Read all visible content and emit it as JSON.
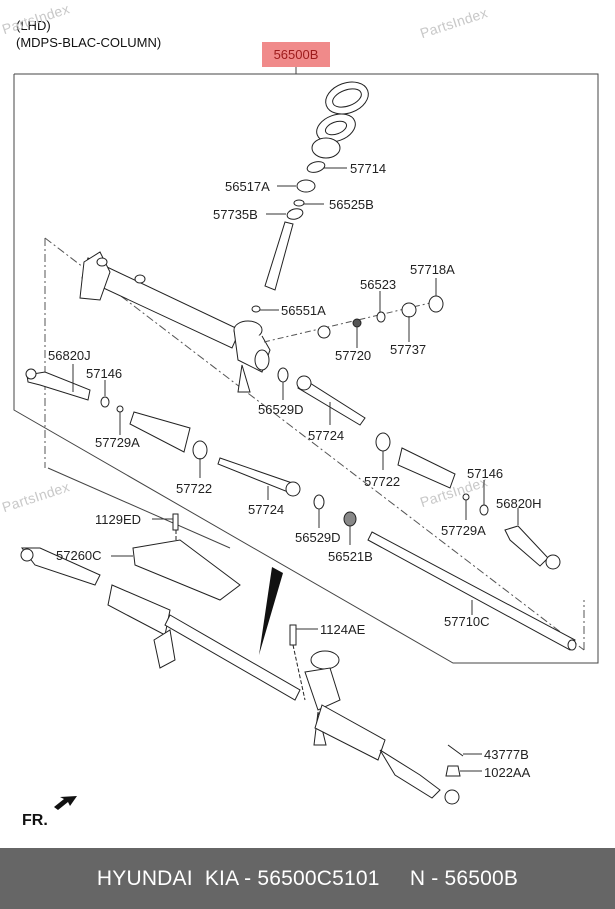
{
  "header": {
    "line1": "(LHD)",
    "line2": "(MDPS-BLAC-COLUMN)"
  },
  "watermark": "PartsIndex",
  "assembly_callout": {
    "label": "56500B",
    "highlight_color": "#f08a8a"
  },
  "parts": [
    {
      "id": "57714",
      "label": "57714"
    },
    {
      "id": "56517A",
      "label": "56517A"
    },
    {
      "id": "56525B",
      "label": "56525B"
    },
    {
      "id": "57735B",
      "label": "57735B"
    },
    {
      "id": "56551A",
      "label": "56551A"
    },
    {
      "id": "56523",
      "label": "56523"
    },
    {
      "id": "57718A",
      "label": "57718A"
    },
    {
      "id": "57720",
      "label": "57720"
    },
    {
      "id": "57737",
      "label": "57737"
    },
    {
      "id": "56820J",
      "label": "56820J"
    },
    {
      "id": "57146-left",
      "label": "57146"
    },
    {
      "id": "57729A-left",
      "label": "57729A"
    },
    {
      "id": "56529D-upper",
      "label": "56529D"
    },
    {
      "id": "57724-upper",
      "label": "57724"
    },
    {
      "id": "57722-left",
      "label": "57722"
    },
    {
      "id": "57722-right",
      "label": "57722"
    },
    {
      "id": "57146-right",
      "label": "57146"
    },
    {
      "id": "56820H",
      "label": "56820H"
    },
    {
      "id": "57729A-right",
      "label": "57729A"
    },
    {
      "id": "57724-lower",
      "label": "57724"
    },
    {
      "id": "56529D-lower",
      "label": "56529D"
    },
    {
      "id": "56521B",
      "label": "56521B"
    },
    {
      "id": "1129ED",
      "label": "1129ED"
    },
    {
      "id": "57260C",
      "label": "57260C"
    },
    {
      "id": "57710C",
      "label": "57710C"
    },
    {
      "id": "1124AE",
      "label": "1124AE"
    },
    {
      "id": "43777B",
      "label": "43777B"
    },
    {
      "id": "1022AA",
      "label": "1022AA"
    }
  ],
  "direction_marker": "FR.",
  "footer": {
    "brand": "HYUNDAI  KIA - 56500C5101",
    "ref": "N - 56500B"
  }
}
